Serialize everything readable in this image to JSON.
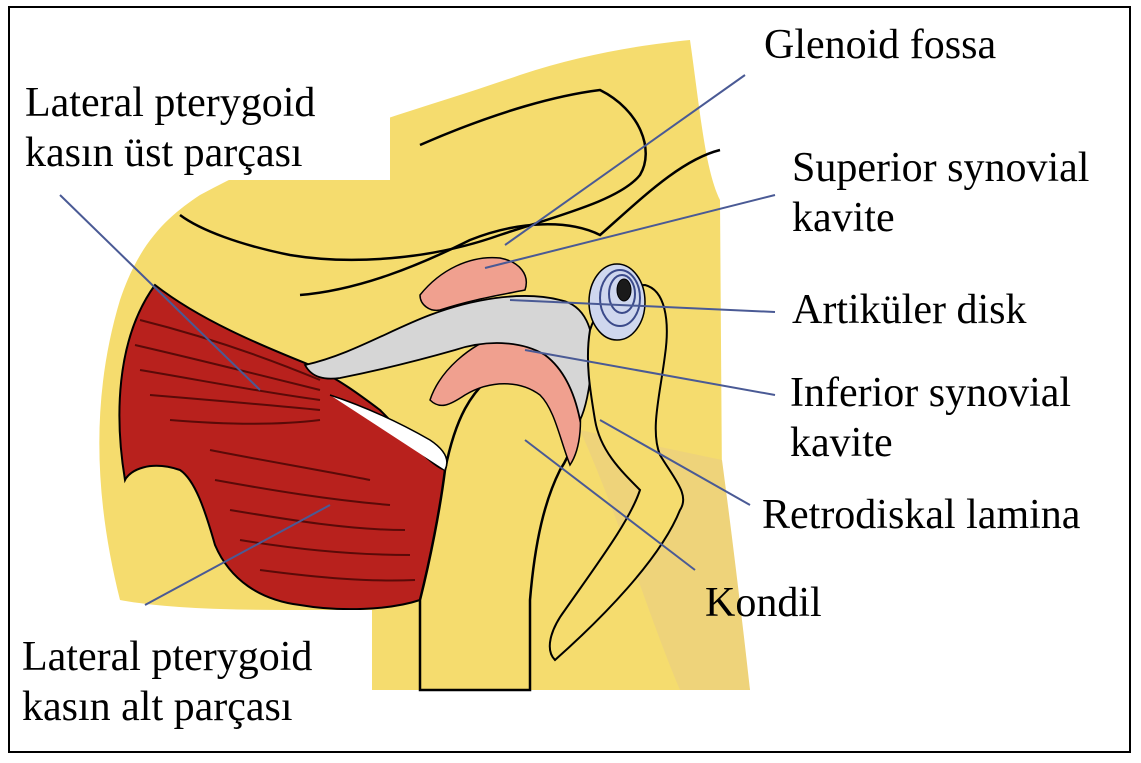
{
  "labels": {
    "glenoid_fossa": "Glenoid fossa",
    "lateral_pterygoid_upper": [
      "Lateral pterygoid",
      "kasın üst parçası"
    ],
    "superior_synovial": [
      "Superior synovial",
      "kavite"
    ],
    "articular_disc": "Artiküler disk",
    "inferior_synovial": [
      "Inferior synovial",
      "kavite"
    ],
    "retrodiscal": "Retrodiskal lamina",
    "condyle": "Kondil",
    "lateral_pterygoid_lower": [
      "Lateral pterygoid",
      "kasın alt parçası"
    ]
  },
  "colors": {
    "bone": "#f5dc6e",
    "bone_shade": "#e9cc63",
    "muscle": "#b8211d",
    "disc": "#d3d3d3",
    "synovial": "#f0a08f",
    "leader_line": "#4a5a95",
    "outline": "#000000"
  }
}
